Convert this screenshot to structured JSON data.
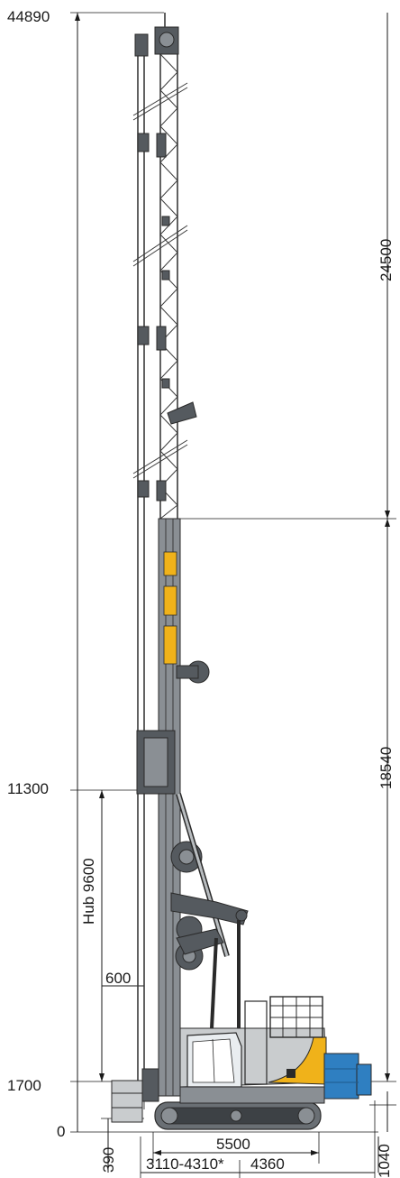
{
  "dimensions": {
    "height_top": "44890",
    "height_mid": "11300",
    "height_low": "1700",
    "height_zero": "0",
    "mast_extension": "24500",
    "lower_mast": "18540",
    "stroke": "Hub 9600",
    "offset": "600",
    "track_length": "5500",
    "outreach": "3110-4310*",
    "tail": "4360",
    "front_offset": "390",
    "track_height": "1040"
  },
  "colors": {
    "body_yellow": "#f0b21a",
    "counterweight_blue": "#2f7fc1",
    "steel_dark": "#555a5f",
    "steel_light": "#8a8f94",
    "line": "#1a1a1a"
  }
}
